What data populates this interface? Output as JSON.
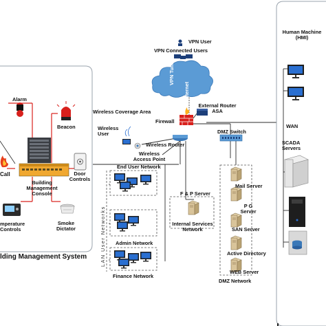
{
  "bms": {
    "title": "lding Management System",
    "alarm": "Alarm",
    "beacon": "Beacon",
    "call": "Call",
    "console": "Building\nManagement\nConsole",
    "door_controls": "Door\nControls",
    "temperature": "mperature\nControls",
    "smoke": "Smoke\nDictator"
  },
  "internet": {
    "vpn_user": "VPN User",
    "vpn_connected": "VPN Connected Users",
    "vpn_tunnel": "VPN Tunnel",
    "internet": "Internet",
    "external_router": "External Router\nASA",
    "firewall": "Firewall"
  },
  "wireless": {
    "coverage": "Wireless Coverage Area",
    "user": "Wireless\nUser",
    "router": "Wireless Router",
    "access_point": "Wireless\nAccess Point"
  },
  "lan": {
    "end_user": "End User Network",
    "vertical": "LAN User Networks",
    "admin": "Admin Network",
    "finance": "Finance Network"
  },
  "services": {
    "fp_server": "F & P Server",
    "internal": "Internal Services\nNetwork"
  },
  "dmz": {
    "switch": "DMZ Switch",
    "mail": "Mail Server",
    "pg": "P G\nServer",
    "san": "SAN Server",
    "ad": "Active Directory",
    "web": "WEB Server",
    "network": "DMZ Network"
  },
  "scada": {
    "hmi": "Human Machine\n(HMI)",
    "wan": "WAN",
    "servers": "SCADA\nServers"
  },
  "colors": {
    "red": "#d8201c",
    "cloud": "#5b9bd5",
    "dark": "#222222",
    "server_tan": "#d9c49a",
    "monitor_blue": "#2a6fd1"
  }
}
